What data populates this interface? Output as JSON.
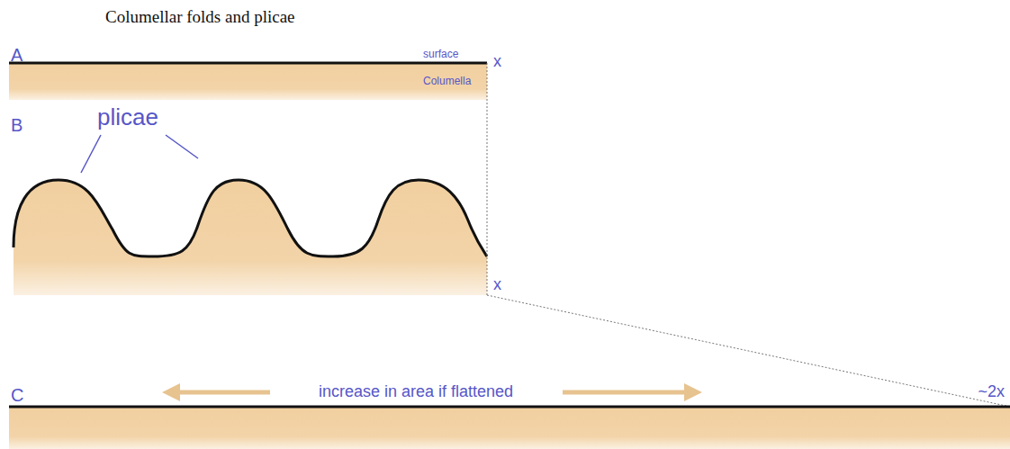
{
  "diagram": {
    "title": "Columellar folds and plicae",
    "labels": [
      "A",
      "surface",
      "Columella",
      "x",
      "B",
      "plicae",
      "x",
      "C",
      "increase in area if flattened",
      "~2x"
    ]
  }
}
